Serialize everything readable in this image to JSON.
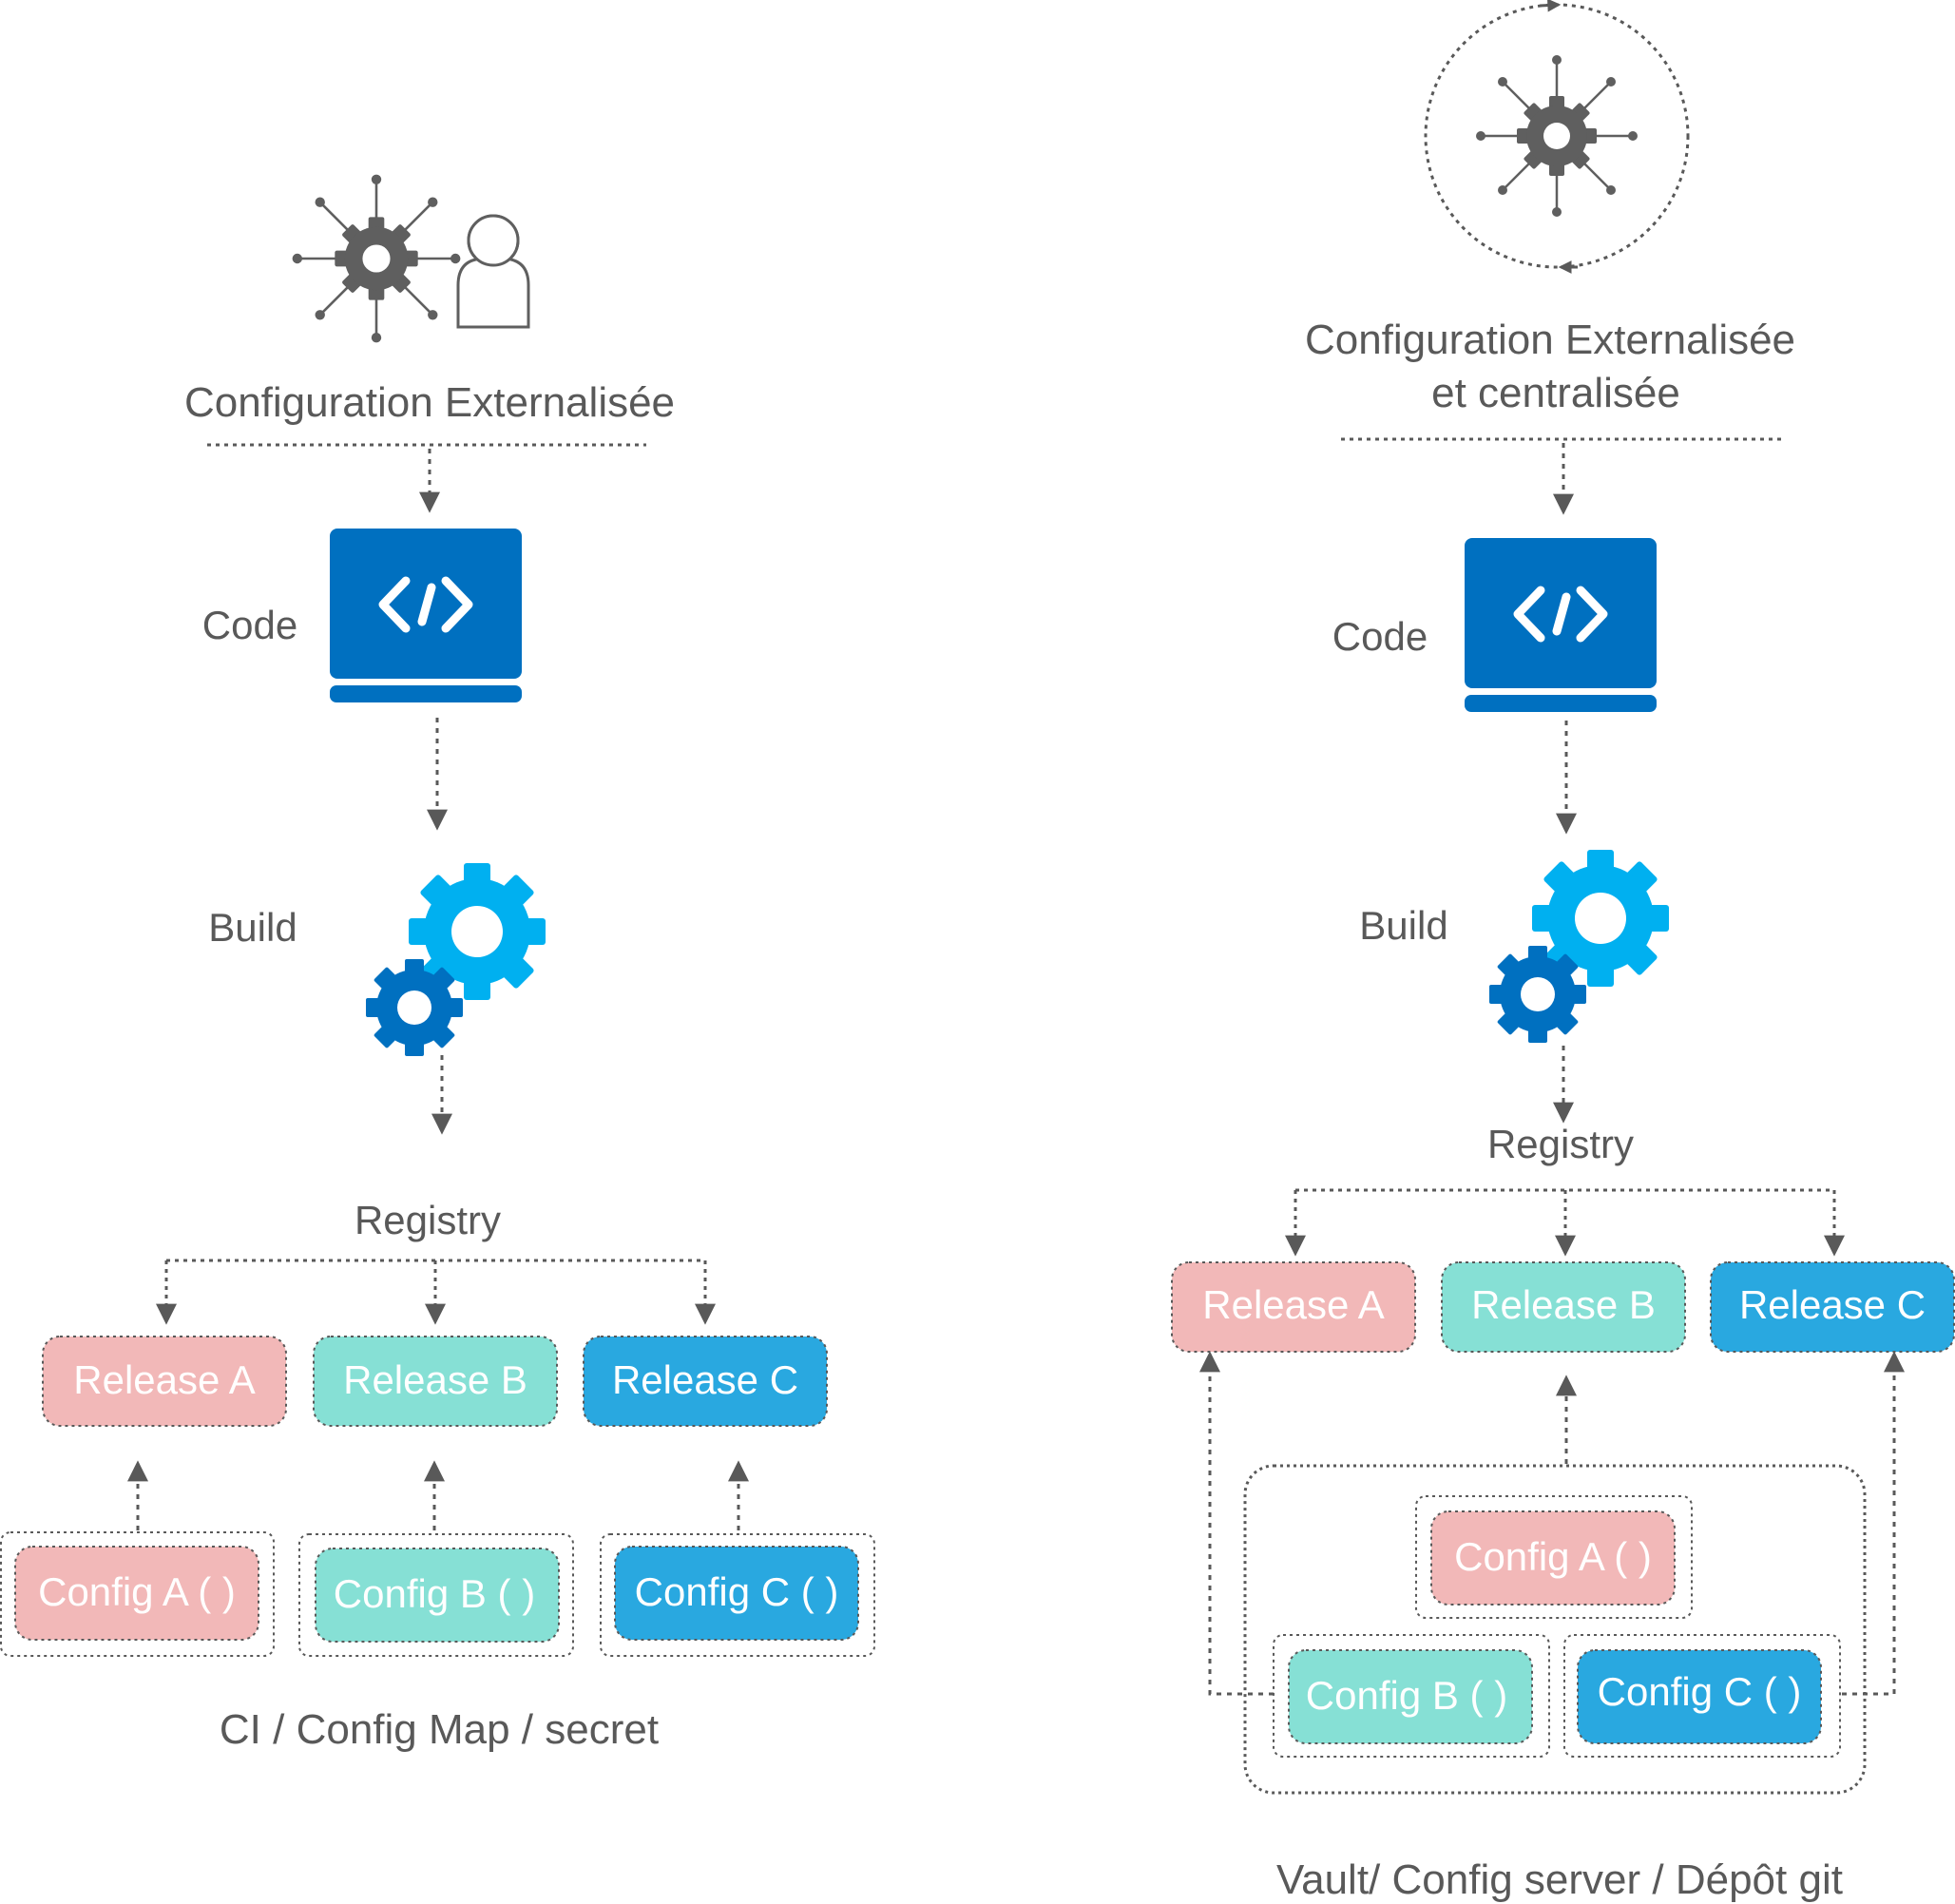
{
  "colors": {
    "text": "#595959",
    "connector": "#595959",
    "icon_gray": "#5f5f5f",
    "code_blue": "#0070c0",
    "gear_light": "#00b0f0",
    "gear_dark": "#0070c0",
    "release_a": "#f2b8b8",
    "release_b": "#86e0d5",
    "release_c": "#29a8e0"
  },
  "left": {
    "title": "Configuration Externalisée",
    "title_icons": [
      "network-gear-icon",
      "user-icon"
    ],
    "code_label": "Code",
    "code_icon": "laptop-code-icon",
    "build_label": "Build",
    "build_icon": "gears-icon",
    "registry_label": "Registry",
    "releases": [
      "Release A",
      "Release B",
      "Release C"
    ],
    "configs": [
      "Config A ( )",
      "Config B ( )",
      "Config C ( )"
    ],
    "footer": "CI / Config Map / secret"
  },
  "right": {
    "title_line1": "Configuration Externalisée",
    "title_line2": "et centralisée",
    "title_icons": [
      "network-gear-icon",
      "cycle-icon"
    ],
    "code_label": "Code",
    "code_icon": "laptop-code-icon",
    "build_label": "Build",
    "build_icon": "gears-icon",
    "registry_label": "Registry",
    "releases": [
      "Release A",
      "Release B",
      "Release C"
    ],
    "configs": [
      "Config A ( )",
      "Config B ( )",
      "Config C ( )"
    ],
    "footer": "Vault/ Config server / Dépôt git"
  }
}
